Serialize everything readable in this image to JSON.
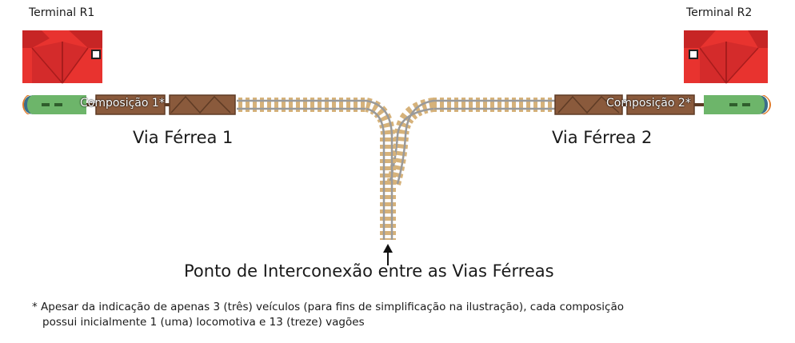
{
  "terminals": {
    "r1": "Terminal R1",
    "r2": "Terminal R2"
  },
  "trains": {
    "t1": "Composição 1*",
    "t2": "Composição 2*"
  },
  "tracks": {
    "via1": "Via Férrea 1",
    "via2": "Via Férrea 2"
  },
  "junction_label": "Ponto de Interconexão entre as Vias Férreas",
  "footnote": {
    "line1": "* Apesar da indicação de apenas 3 (três) veículos (para fins de simplificação na ilustração), cada composição",
    "line2": "possui inicialmente 1 (uma) locomotiva e 13 (treze) vagões"
  },
  "colors": {
    "terminal_red": "#e8332f",
    "terminal_dark": "#b31d1d",
    "locomotive_green": "#6db56a",
    "wagon_brown": "#8a5a3c",
    "tie_tan": "#d6b27a",
    "rail_gray": "#9a9a9a"
  }
}
